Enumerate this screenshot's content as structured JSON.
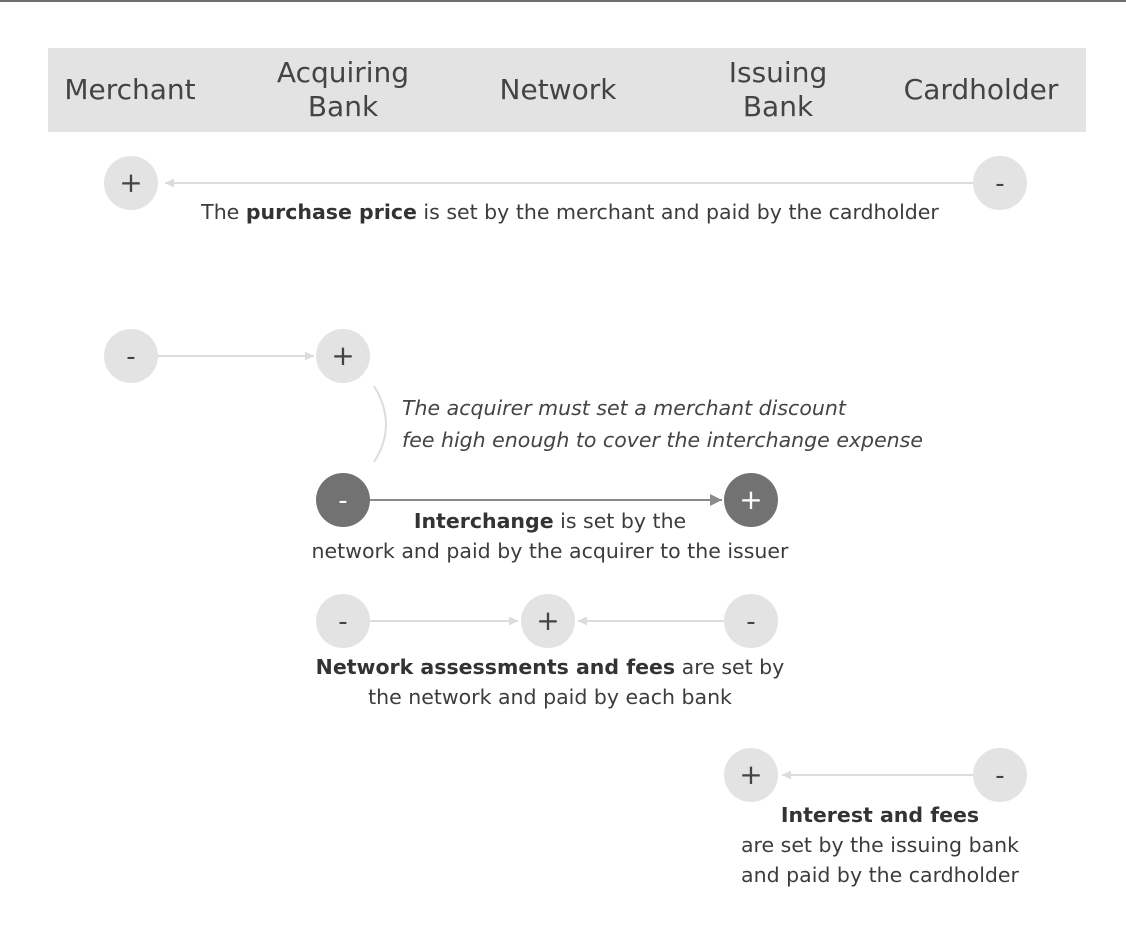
{
  "columns": [
    {
      "id": "merchant",
      "label": "Merchant"
    },
    {
      "id": "acquiring-bank",
      "label": "Acquiring\nBank"
    },
    {
      "id": "network",
      "label": "Network"
    },
    {
      "id": "issuing-bank",
      "label": "Issuing\nBank"
    },
    {
      "id": "cardholder",
      "label": "Cardholder"
    }
  ],
  "flows": {
    "purchase": {
      "bold": "purchase price",
      "pre": "The ",
      "post": " is set by the merchant and paid by the cardholder"
    },
    "discount": {
      "note_line1": "The acquirer must set a merchant discount",
      "note_line2": "fee high enough to cover the interchange expense"
    },
    "interchange": {
      "bold": "Interchange",
      "line1_post": " is set by the",
      "line2": "network and paid by the acquirer to the issuer"
    },
    "assessments": {
      "bold": "Network assessments and fees",
      "line1_post": " are set by",
      "line2": "the network and paid by each bank"
    },
    "interest": {
      "bold": "Interest and fees",
      "line2": "are set by the issuing bank",
      "line3": "and paid by the cardholder"
    }
  },
  "symbols": {
    "plus": "+",
    "minus": "-"
  },
  "colors": {
    "node_light": "#e3e3e3",
    "node_dark": "#727272",
    "arrow_light": "#dcdcdc",
    "arrow_dark": "#8a8a8a",
    "header_bg": "#e3e3e3"
  }
}
